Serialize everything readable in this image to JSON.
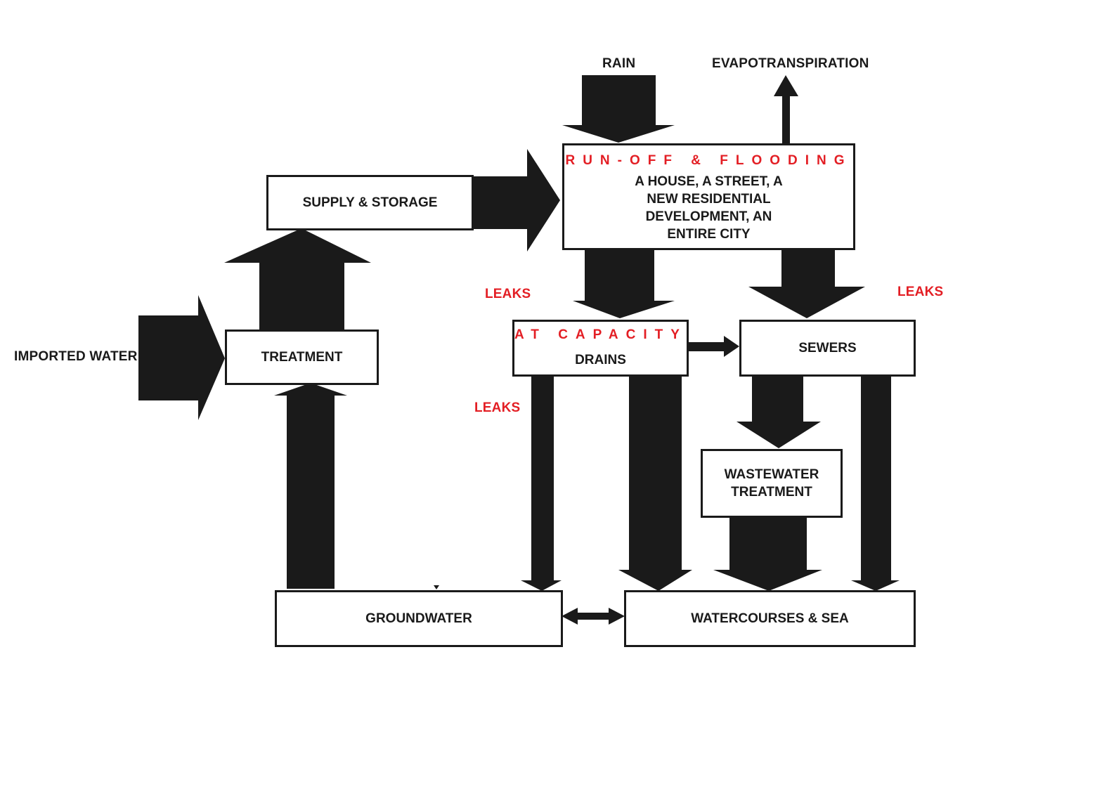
{
  "colors": {
    "arrow": "#1a1a1a",
    "text": "#1a1a1a",
    "warning": "#e31e24",
    "background": "#ffffff"
  },
  "labels": {
    "rain": "RAIN",
    "evapotranspiration": "EVAPOTRANSPIRATION",
    "imported_water": "IMPORTED WATER",
    "leaks_1": "LEAKS",
    "leaks_2": "LEAKS",
    "leaks_3": "LEAKS"
  },
  "nodes": {
    "supply": "SUPPLY & STORAGE",
    "treatment": "TREATMENT",
    "runoff_title": "RUN-OFF & FLOODING",
    "runoff_line1": "A HOUSE, A STREET, A",
    "runoff_line2": "NEW RESIDENTIAL",
    "runoff_line3": "DEVELOPMENT, AN",
    "runoff_line4": "ENTIRE CITY",
    "drains_title": "AT CAPACITY",
    "drains": "DRAINS",
    "sewers": "SEWERS",
    "wastewater_line1": "WASTEWATER",
    "wastewater_line2": "TREATMENT",
    "groundwater": "GROUNDWATER",
    "watercourses": "WATERCOURSES & SEA"
  }
}
